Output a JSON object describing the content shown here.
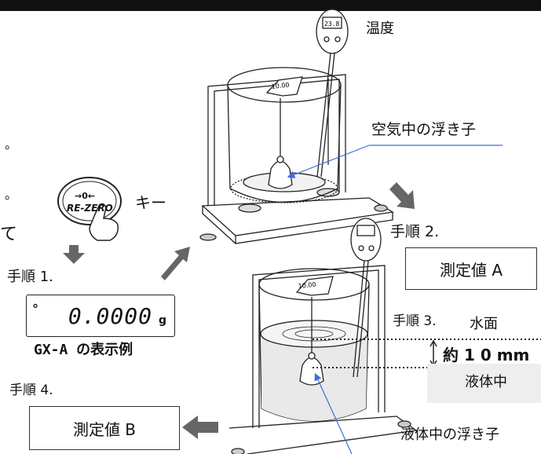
{
  "labels": {
    "temperature": "温度",
    "air_float": "空気中の浮き子",
    "key": "キー",
    "key_text": "RE-ZERO",
    "key_arrow": "→0←",
    "step1": "手順 1.",
    "step2": "手順 2.",
    "step3": "手順 3.",
    "step4": "手順 4.",
    "value_a": "測定値 A",
    "value_b": "測定値 B",
    "water_surface": "水面",
    "about_10mm": "約 1 0 mm",
    "in_liquid": "液体中",
    "liquid_float": "液体中の浮き子",
    "display_example": "GX-A の表示例",
    "cut_dot1": "。",
    "cut_dot2": "。",
    "cut_te": "て",
    "thermo_value": "23.8",
    "hook_value": "10.00"
  },
  "display": {
    "indicator": "°",
    "value": "0.0000",
    "unit": "g"
  }
}
